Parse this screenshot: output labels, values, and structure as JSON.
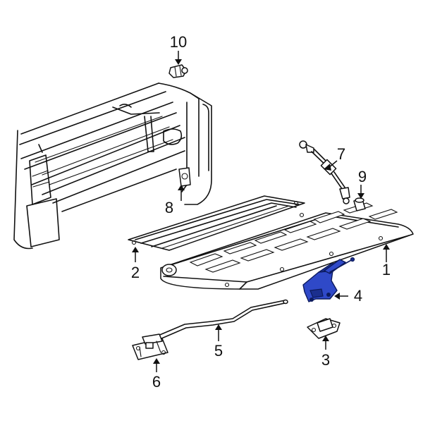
{
  "callouts": [
    {
      "id": "1",
      "label": "1"
    },
    {
      "id": "2",
      "label": "2"
    },
    {
      "id": "3",
      "label": "3"
    },
    {
      "id": "4",
      "label": "4"
    },
    {
      "id": "5",
      "label": "5"
    },
    {
      "id": "6",
      "label": "6"
    },
    {
      "id": "7",
      "label": "7"
    },
    {
      "id": "8",
      "label": "8"
    },
    {
      "id": "9",
      "label": "9"
    },
    {
      "id": "10",
      "label": "10"
    }
  ],
  "colors": {
    "highlight": "#2f49c8",
    "line": "#111111",
    "background": "#ffffff"
  }
}
